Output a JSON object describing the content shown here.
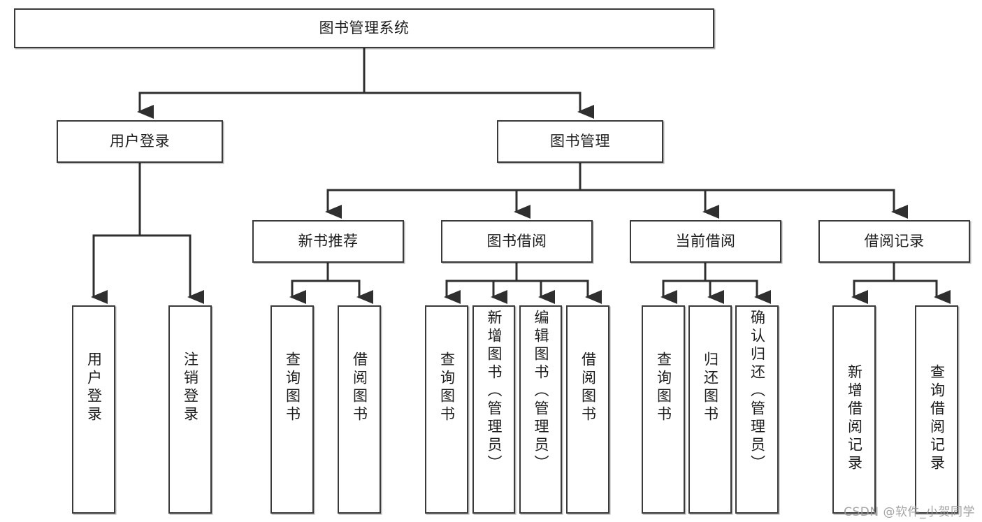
{
  "diagram": {
    "type": "tree-hierarchy",
    "title": "图书管理系统",
    "root": {
      "label": "图书管理系统"
    },
    "level2": [
      {
        "id": "user-login",
        "label": "用户登录"
      },
      {
        "id": "book-manage",
        "label": "图书管理"
      }
    ],
    "level3": [
      {
        "id": "new-book-recommend",
        "label": "新书推荐"
      },
      {
        "id": "book-borrow",
        "label": "图书借阅"
      },
      {
        "id": "current-borrow",
        "label": "当前借阅"
      },
      {
        "id": "borrow-record",
        "label": "借阅记录"
      }
    ],
    "leaves": {
      "user_login": [
        {
          "id": "leaf-user-login",
          "label": "用户登录"
        },
        {
          "id": "leaf-logout-login",
          "label": "注销登录"
        }
      ],
      "new_book_recommend": [
        {
          "id": "leaf-query-book-1",
          "label": "查询图书"
        },
        {
          "id": "leaf-borrow-book-1",
          "label": "借阅图书"
        }
      ],
      "book_borrow": [
        {
          "id": "leaf-query-book-2",
          "label": "查询图书"
        },
        {
          "id": "leaf-add-book",
          "label": "新增图书（管理员）"
        },
        {
          "id": "leaf-edit-book",
          "label": "编辑图书（管理员）"
        },
        {
          "id": "leaf-borrow-book-2",
          "label": "借阅图书"
        }
      ],
      "current_borrow": [
        {
          "id": "leaf-query-book-3",
          "label": "查询图书"
        },
        {
          "id": "leaf-return-book",
          "label": "归还图书"
        },
        {
          "id": "leaf-confirm-return",
          "label": "确认归还（管理员）"
        }
      ],
      "borrow_record": [
        {
          "id": "leaf-add-borrow-record",
          "label": "新增借阅记录"
        },
        {
          "id": "leaf-query-borrow-record",
          "label": "查询借阅记录"
        }
      ]
    },
    "colors": {
      "box_border": "#3a3a3a",
      "box_fill": "#ffffff",
      "text": "#1d1d1d",
      "edge": "#2f2f2f",
      "watermark": "#9a9a9a"
    }
  },
  "watermark": {
    "text": "CSDN @软件_小贺同学"
  }
}
